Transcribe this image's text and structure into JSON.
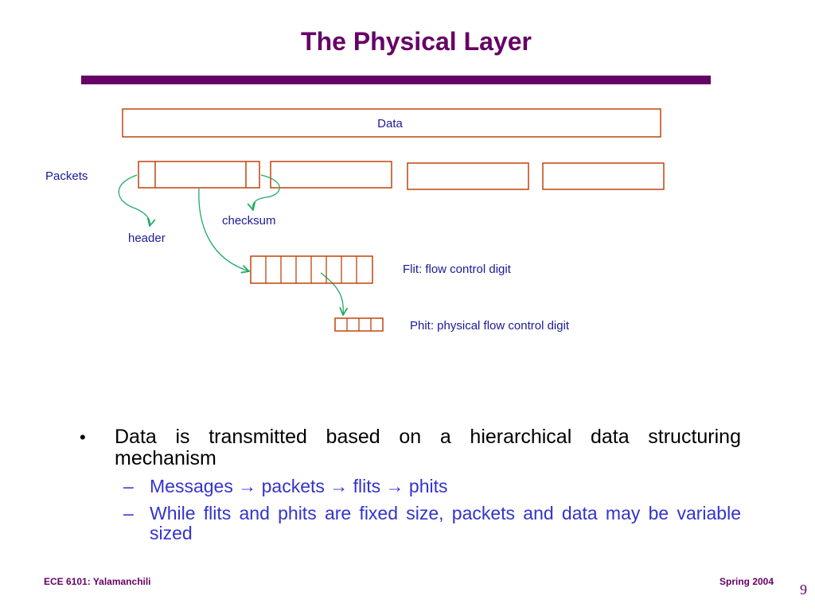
{
  "slide": {
    "title": "The Physical Layer"
  },
  "diagram": {
    "data_label": "Data",
    "packets_label": "Packets",
    "header_label": "header",
    "checksum_label": "checksum",
    "flit_label": "Flit: flow control digit",
    "phit_label": "Phit: physical flow control digit",
    "box_color": "#c0440c",
    "arrow_color": "#22aa66",
    "label_color": "#1a1a99"
  },
  "bullets": {
    "main": "Data is transmitted based on a hierarchical data structuring mechanism",
    "sub_1": "Messages → packets → flits → phits",
    "sub_2": "While flits and phits are fixed size, packets and data may be variable sized"
  },
  "footer": {
    "left": "ECE 6101: Yalamanchili",
    "right": "Spring 2004",
    "page": "9"
  }
}
